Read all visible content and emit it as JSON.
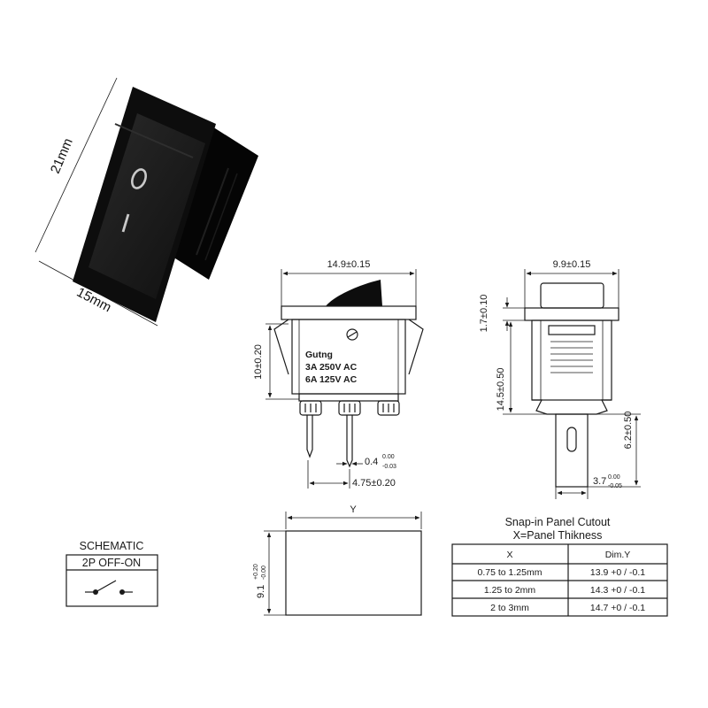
{
  "colors": {
    "switch_body": "#0d0d0d",
    "switch_face": "#1c1c1c",
    "symbol": "#c9c9c9",
    "line": "#1a1a1a"
  },
  "product": {
    "height_label": "21mm",
    "width_label": "15mm",
    "symbol_off": "O",
    "symbol_on": "I"
  },
  "front_view": {
    "width_dim": "14.9±0.15",
    "height_dim": "10±0.20",
    "brand": "Gutng",
    "rating_1": "3A 250V AC",
    "rating_2": "6A 125V AC",
    "pin_dim_main": "0.4",
    "pin_dim_sup": "0.00",
    "pin_dim_sub": "-0.03",
    "pitch_dim": "4.75±0.20"
  },
  "side_view": {
    "width_dim": "9.9±0.15",
    "top_dim": "1.7±0.10",
    "body_dim": "14.5±0.50",
    "terminal_dim": "6.2±0.50",
    "thick_main": "3.7",
    "thick_sup": "0.00",
    "thick_sub": "-0.05"
  },
  "cutout": {
    "width_label": "Y",
    "height_main": "9.1",
    "height_sup": "+0.20",
    "height_sub": "-0.00"
  },
  "schematic": {
    "title": "SCHEMATIC",
    "subtitle": "2P OFF-ON"
  },
  "cutout_table": {
    "title": "Snap-in Panel Cutout",
    "subtitle": "X=Panel Thikness",
    "headers": [
      "X",
      "Dim.Y"
    ],
    "rows": [
      [
        "0.75 to 1.25mm",
        "13.9 +0 / -0.1"
      ],
      [
        "1.25 to 2mm",
        "14.3 +0 / -0.1"
      ],
      [
        "2 to 3mm",
        "14.7 +0 / -0.1"
      ]
    ]
  }
}
